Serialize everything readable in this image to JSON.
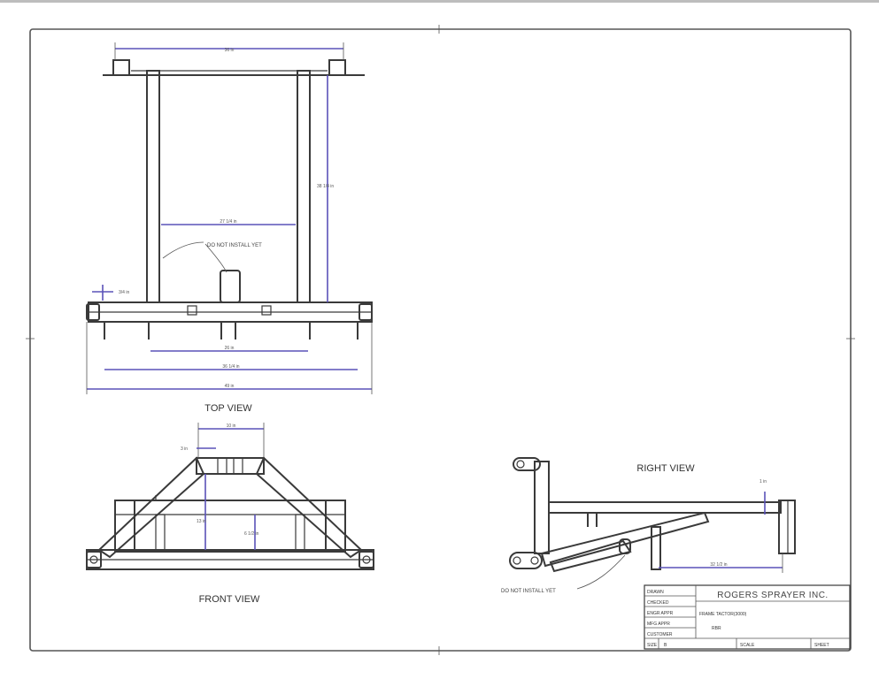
{
  "views": {
    "top": "TOP VIEW",
    "front": "FRONT VIEW",
    "right": "RIGHT VIEW"
  },
  "notes": {
    "top_install": "DO NOT INSTALL YET",
    "right_install": "DO NOT INSTALL YET"
  },
  "dimensions": {
    "top_overall_upper": "36 in",
    "top_inner": "27 1/4 in",
    "top_side_height": "38 1/4 in",
    "top_small": "3/4 in",
    "top_center": "26 in",
    "top_mid": "36 1/4 in",
    "top_overall": "49 in",
    "front_top_span": "10 in",
    "front_left": "3 in",
    "front_height": "13 in",
    "front_inner_height": "6 1/2 in",
    "right_small": "1 in",
    "right_length": "32 1/2 in"
  },
  "title_block": {
    "company": "ROGERS SPRAYER INC.",
    "title": "FRAME TACTOR(3000)",
    "subtitle": "RBR",
    "left_rows": [
      "DRAWN",
      "CHECKED",
      "ENGR APPR",
      "MFG APPR",
      "CUSTOMER"
    ],
    "size_label": "SIZE",
    "size_value": "B",
    "scale_label": "SCALE",
    "sheet_label": "SHEET"
  },
  "colors": {
    "dimension": "#5a52b8",
    "linework": "#3a3a3a",
    "border": "#555555"
  }
}
